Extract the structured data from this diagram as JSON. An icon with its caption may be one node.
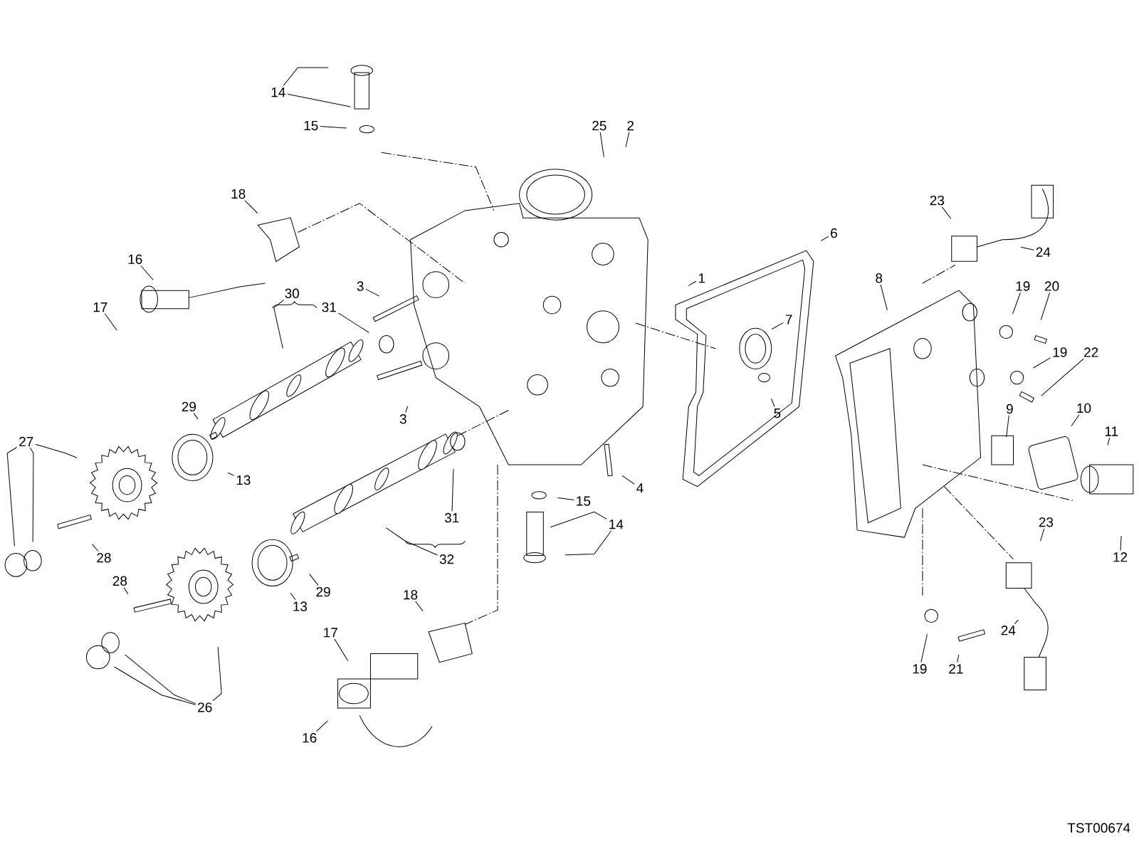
{
  "diagram": {
    "nodes": [
      {
        "text": [
          "14"
        ]
      },
      {
        "text": [
          "15"
        ]
      },
      {
        "text": [
          "25"
        ]
      },
      {
        "text": [
          "2"
        ]
      },
      {
        "text": [
          "18"
        ]
      },
      {
        "text": [
          "16"
        ]
      },
      {
        "text": [
          "17"
        ]
      },
      {
        "text": [
          "30"
        ]
      },
      {
        "text": [
          "31"
        ]
      },
      {
        "text": [
          "3"
        ]
      },
      {
        "text": [
          "3"
        ]
      },
      {
        "text": [
          "1"
        ]
      },
      {
        "text": [
          "6"
        ]
      },
      {
        "text": [
          "7"
        ]
      },
      {
        "text": [
          "5"
        ]
      },
      {
        "text": [
          "4"
        ]
      },
      {
        "text": [
          "29"
        ]
      },
      {
        "text": [
          "27"
        ]
      },
      {
        "text": [
          "13"
        ]
      },
      {
        "text": [
          "28"
        ]
      },
      {
        "text": [
          "31"
        ]
      },
      {
        "text": [
          "32"
        ]
      },
      {
        "text": [
          "15"
        ]
      },
      {
        "text": [
          "14"
        ]
      },
      {
        "text": [
          "13"
        ]
      },
      {
        "text": [
          "29"
        ]
      },
      {
        "text": [
          "28"
        ]
      },
      {
        "text": [
          "18"
        ]
      },
      {
        "text": [
          "17"
        ]
      },
      {
        "text": [
          "26"
        ]
      },
      {
        "text": [
          "16"
        ]
      },
      {
        "text": [
          "23"
        ]
      },
      {
        "text": [
          "24"
        ]
      },
      {
        "text": [
          "8"
        ]
      },
      {
        "text": [
          "19"
        ]
      },
      {
        "text": [
          "20"
        ]
      },
      {
        "text": [
          "19"
        ]
      },
      {
        "text": [
          "22"
        ]
      },
      {
        "text": [
          "10"
        ]
      },
      {
        "text": [
          "9"
        ]
      },
      {
        "text": [
          "11"
        ]
      },
      {
        "text": [
          "12"
        ]
      },
      {
        "text": [
          "23"
        ]
      },
      {
        "text": [
          "24"
        ]
      },
      {
        "text": [
          "19"
        ]
      },
      {
        "text": [
          "21"
        ]
      }
    ],
    "edges": [
      {
        "from": 0,
        "to": null,
        "arrow": "none"
      },
      {
        "from": 0,
        "to": null,
        "arrow": "none"
      },
      {
        "from": 1,
        "to": null,
        "arrow": "none"
      },
      {
        "from": 2,
        "to": null,
        "arrow": "none"
      },
      {
        "from": 3,
        "to": null,
        "arrow": "none"
      },
      {
        "from": 4,
        "to": null,
        "arrow": "none"
      },
      {
        "from": 5,
        "to": null,
        "arrow": "none"
      },
      {
        "from": 6,
        "to": null,
        "arrow": "none"
      },
      {
        "from": 7,
        "to": null,
        "arrow": "none"
      },
      {
        "from": 8,
        "to": null,
        "arrow": "none"
      },
      {
        "from": 9,
        "to": null,
        "arrow": "none"
      },
      {
        "from": 10,
        "to": null,
        "arrow": "none"
      },
      {
        "from": 11,
        "to": null,
        "arrow": "none"
      },
      {
        "from": 12,
        "to": null,
        "arrow": "none"
      },
      {
        "from": 13,
        "to": null,
        "arrow": "none"
      },
      {
        "from": 14,
        "to": null,
        "arrow": "none"
      },
      {
        "from": 15,
        "to": null,
        "arrow": "none"
      },
      {
        "from": 16,
        "to": null,
        "arrow": "none"
      },
      {
        "from": 17,
        "to": null,
        "arrow": "none"
      },
      {
        "from": 17,
        "to": null,
        "arrow": "none"
      },
      {
        "from": 17,
        "to": null,
        "arrow": "none"
      },
      {
        "from": 18,
        "to": null,
        "arrow": "none"
      },
      {
        "from": 19,
        "to": null,
        "arrow": "none"
      },
      {
        "from": 20,
        "to": null,
        "arrow": "none"
      },
      {
        "from": 21,
        "to": null,
        "arrow": "none"
      },
      {
        "from": 22,
        "to": null,
        "arrow": "none"
      },
      {
        "from": 23,
        "to": null,
        "arrow": "none"
      },
      {
        "from": 23,
        "to": null,
        "arrow": "none"
      },
      {
        "from": 24,
        "to": null,
        "arrow": "none"
      },
      {
        "from": 25,
        "to": null,
        "arrow": "none"
      },
      {
        "from": 26,
        "to": null,
        "arrow": "none"
      },
      {
        "from": 27,
        "to": null,
        "arrow": "none"
      },
      {
        "from": 28,
        "to": null,
        "arrow": "none"
      },
      {
        "from": 29,
        "to": null,
        "arrow": "none"
      },
      {
        "from": 29,
        "to": null,
        "arrow": "none"
      },
      {
        "from": 29,
        "to": null,
        "arrow": "none"
      },
      {
        "from": 30,
        "to": null,
        "arrow": "none"
      },
      {
        "from": 31,
        "to": null,
        "arrow": "none"
      },
      {
        "from": 32,
        "to": null,
        "arrow": "none"
      },
      {
        "from": 33,
        "to": null,
        "arrow": "none"
      },
      {
        "from": 34,
        "to": null,
        "arrow": "none"
      },
      {
        "from": 35,
        "to": null,
        "arrow": "none"
      },
      {
        "from": 36,
        "to": null,
        "arrow": "none"
      },
      {
        "from": 37,
        "to": null,
        "arrow": "none"
      },
      {
        "from": 38,
        "to": null,
        "arrow": "none"
      },
      {
        "from": 39,
        "to": null,
        "arrow": "none"
      },
      {
        "from": 40,
        "to": null,
        "arrow": "none"
      },
      {
        "from": 41,
        "to": null,
        "arrow": "none"
      },
      {
        "from": 42,
        "to": null,
        "arrow": "none"
      },
      {
        "from": 43,
        "to": null,
        "arrow": "none"
      },
      {
        "from": 44,
        "to": null,
        "arrow": "none"
      },
      {
        "from": 45,
        "to": null,
        "arrow": "none"
      }
    ],
    "labels": [
      "TST00674"
    ]
  }
}
